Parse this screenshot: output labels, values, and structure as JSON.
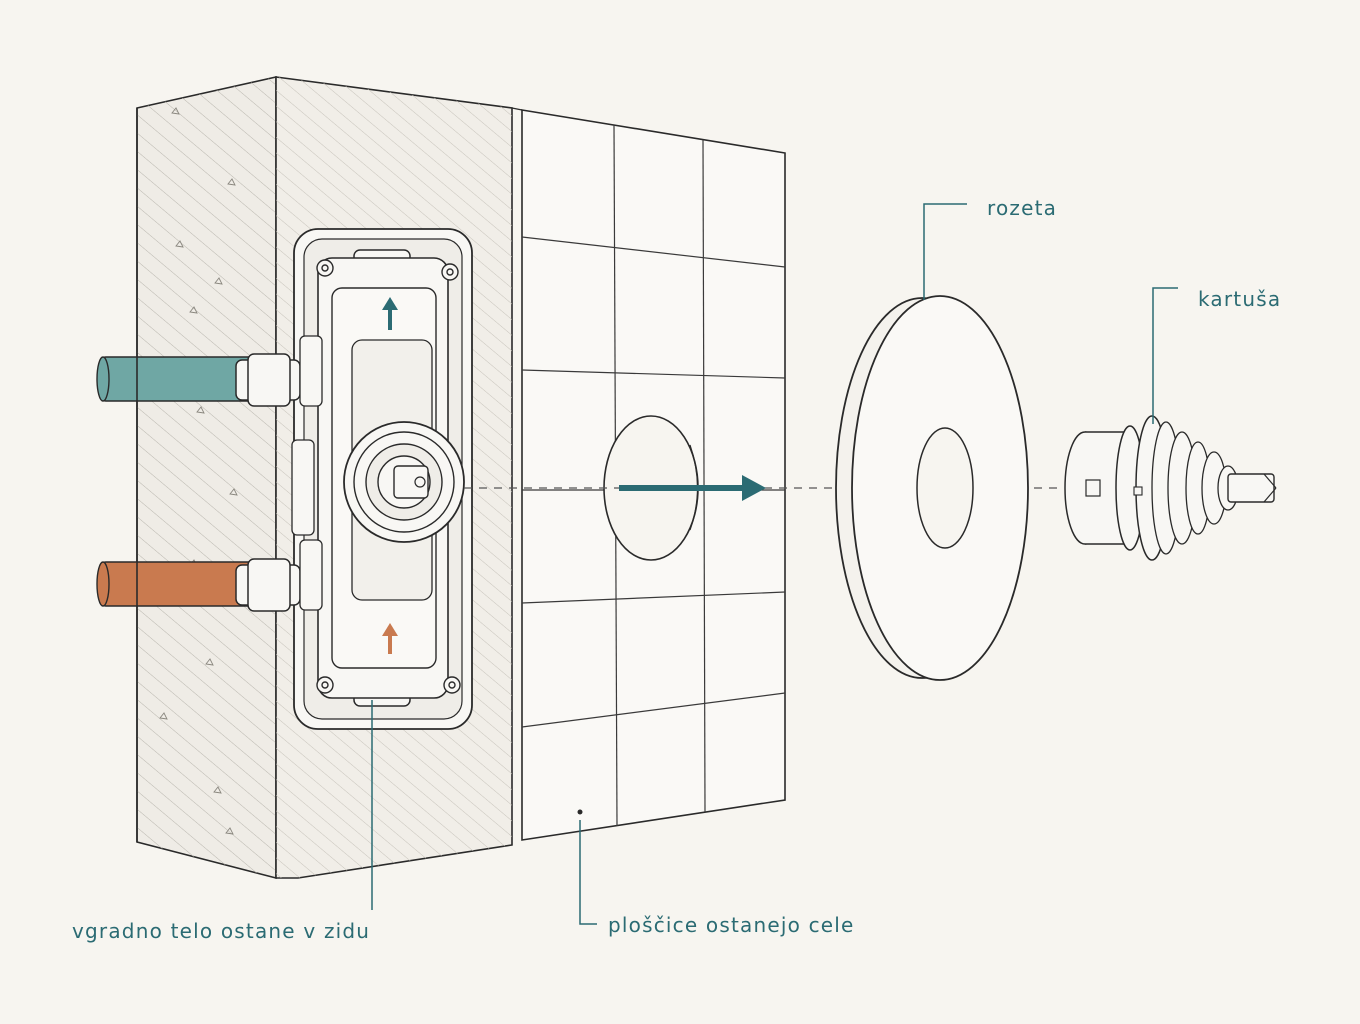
{
  "labels": {
    "rosette": "rozeta",
    "cartridge": "kartuša",
    "valve_body": "vgradno telo ostane v zidu",
    "tiles": "ploščice ostanejo cele"
  },
  "colors": {
    "background": "#f7f5f0",
    "line": "#2a2a2a",
    "accent_teal": "#2b6b73",
    "cold_pipe": "#6fa7a4",
    "hot_pipe": "#c97a4f"
  },
  "icons": {
    "flow_up_cold": "arrow-up-icon",
    "flow_up_hot": "arrow-up-icon",
    "removal_direction": "arrow-right-icon"
  }
}
